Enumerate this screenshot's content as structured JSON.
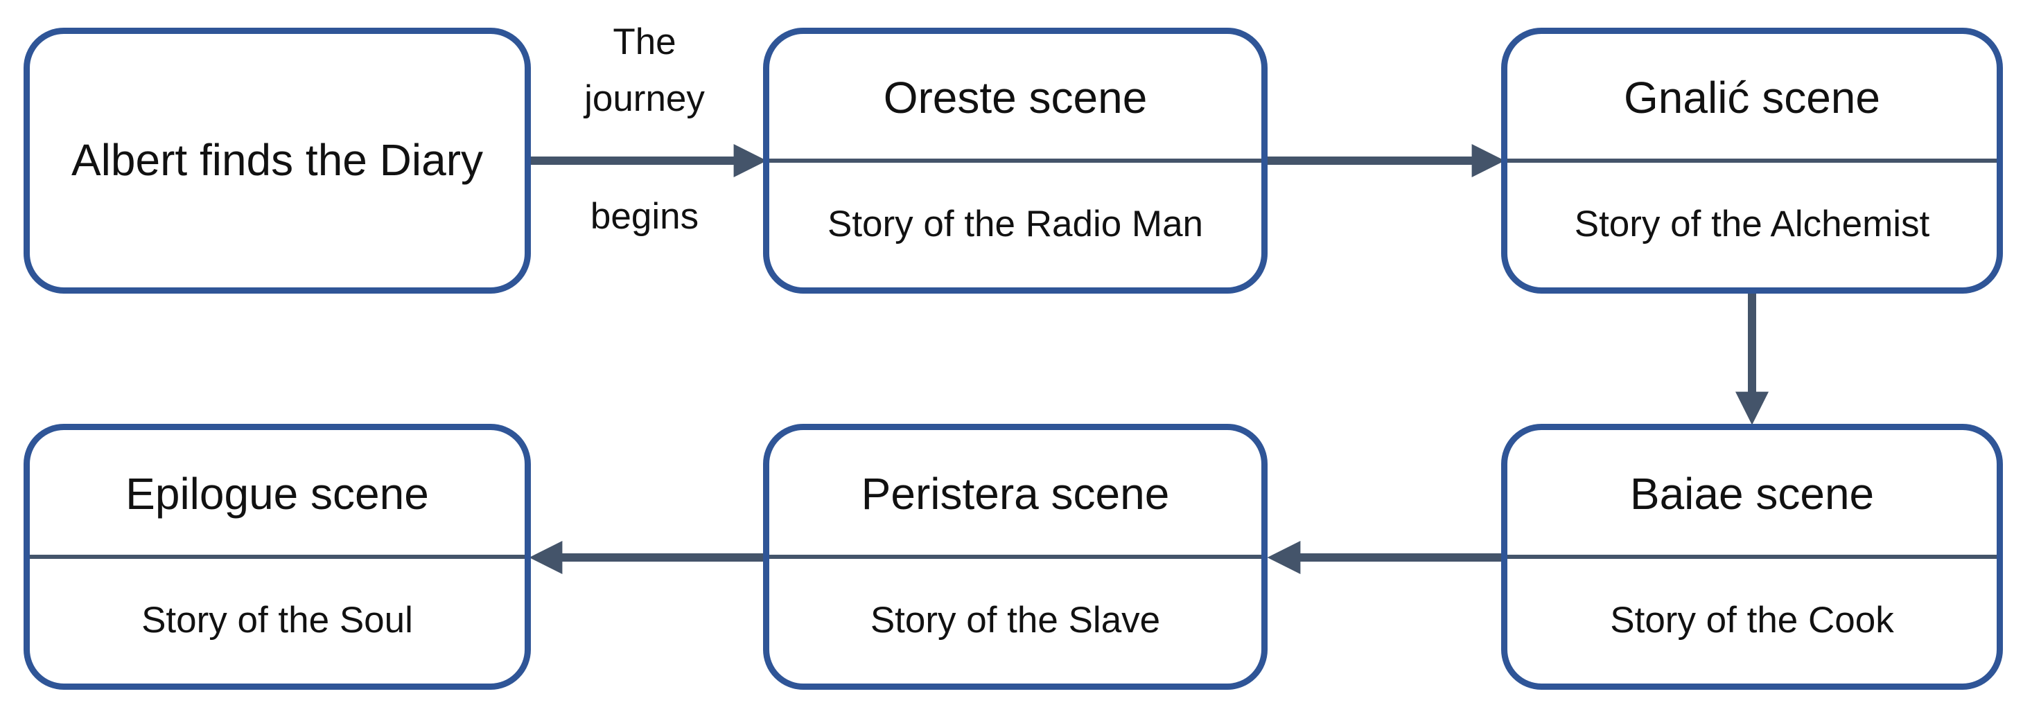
{
  "diagram": {
    "start": {
      "label": "Albert finds the Diary"
    },
    "edge_label": {
      "line1": "The",
      "line2": "journey",
      "line3": "begins"
    },
    "scenes": [
      {
        "scene": "Oreste scene",
        "story": "Story of the Radio Man"
      },
      {
        "scene": "Gnalić scene",
        "story": "Story of the Alchemist"
      },
      {
        "scene": "Baiae scene",
        "story": "Story of the Cook"
      },
      {
        "scene": "Peristera scene",
        "story": "Story of the Slave"
      },
      {
        "scene": "Epilogue scene",
        "story": "Story of the Soul"
      }
    ],
    "colors": {
      "box_border": "#2f5597",
      "divider": "#44546a",
      "arrow": "#44546a"
    }
  }
}
